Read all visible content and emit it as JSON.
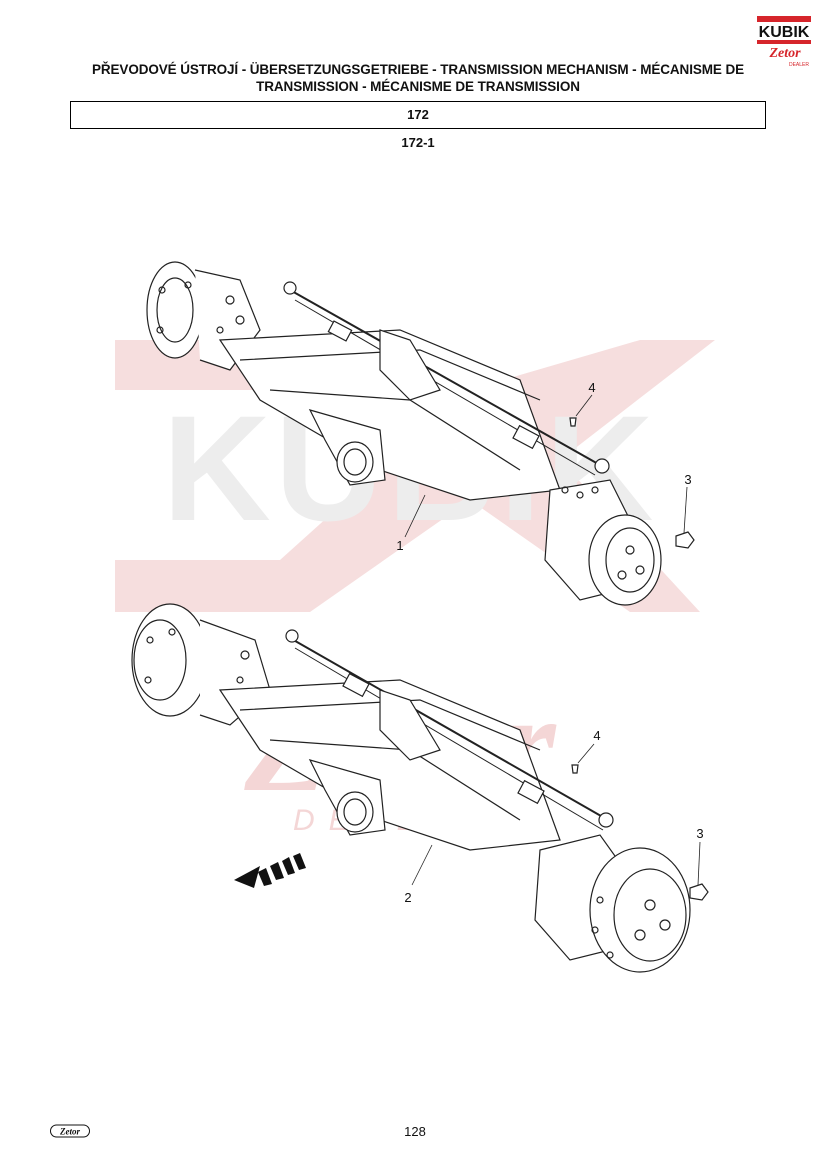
{
  "header": {
    "logo_text": "KUBIK",
    "logo_sub": "Zetor",
    "logo_tag": "DEALER",
    "title_line1": "PŘEVODOVÉ ÚSTROJÍ - ÜBERSETZUNGSGETRIEBE - TRANSMISSION MECHANISM - MÉCANISME DE",
    "title_line2": "TRANSMISSION - MÉCANISME DE TRANSMISSION",
    "section_number": "172",
    "figure_code": "172-1"
  },
  "watermark": {
    "text": "KUBIK",
    "sub": "Zetor",
    "tag": "DEALER"
  },
  "callouts": {
    "upper": [
      "1",
      "3",
      "4"
    ],
    "lower": [
      "2",
      "3",
      "4"
    ]
  },
  "footer": {
    "logo_text": "Zetor",
    "page_number": "128"
  },
  "colors": {
    "logo_red": "#d6252b",
    "watermark_red": "#f4d6d6",
    "watermark_gray": "#ececec",
    "line": "#222222"
  }
}
